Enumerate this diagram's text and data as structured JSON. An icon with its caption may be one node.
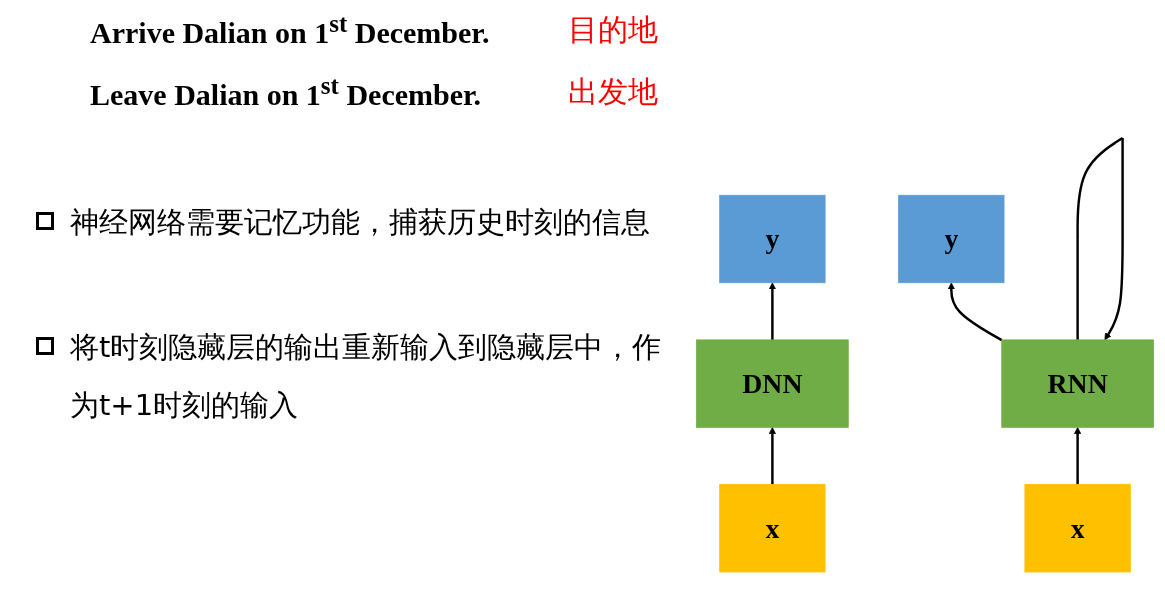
{
  "diagram": {
    "nodes": [
      {
        "text": [
          "y"
        ]
      },
      {
        "text": [
          "DNN"
        ]
      },
      {
        "text": [
          "x"
        ]
      },
      {
        "text": [
          "y"
        ]
      },
      {
        "text": [
          "RNN"
        ]
      },
      {
        "text": [
          "x"
        ]
      }
    ],
    "edges": [
      {
        "from": 2,
        "to": 1,
        "arrow": "to"
      },
      {
        "from": 1,
        "to": 0,
        "arrow": "to"
      },
      {
        "from": 5,
        "to": 4,
        "arrow": "to"
      },
      {
        "from": 4,
        "to": 3,
        "arrow": "to"
      },
      {
        "from": 4,
        "to": 4,
        "arrow": "to"
      }
    ],
    "labels": [
      "Arrive Dalian on 1$^{st}$ December.",
      "目的地",
      "Leave Dalian on 1$^{st}$ December.",
      "出发地",
      "神经网络需要记忆功能，捕获历史时刻的信息",
      "将t时刻隐藏层的输出重新输入到隐藏层中，作为t+1时刻的输入"
    ]
  }
}
